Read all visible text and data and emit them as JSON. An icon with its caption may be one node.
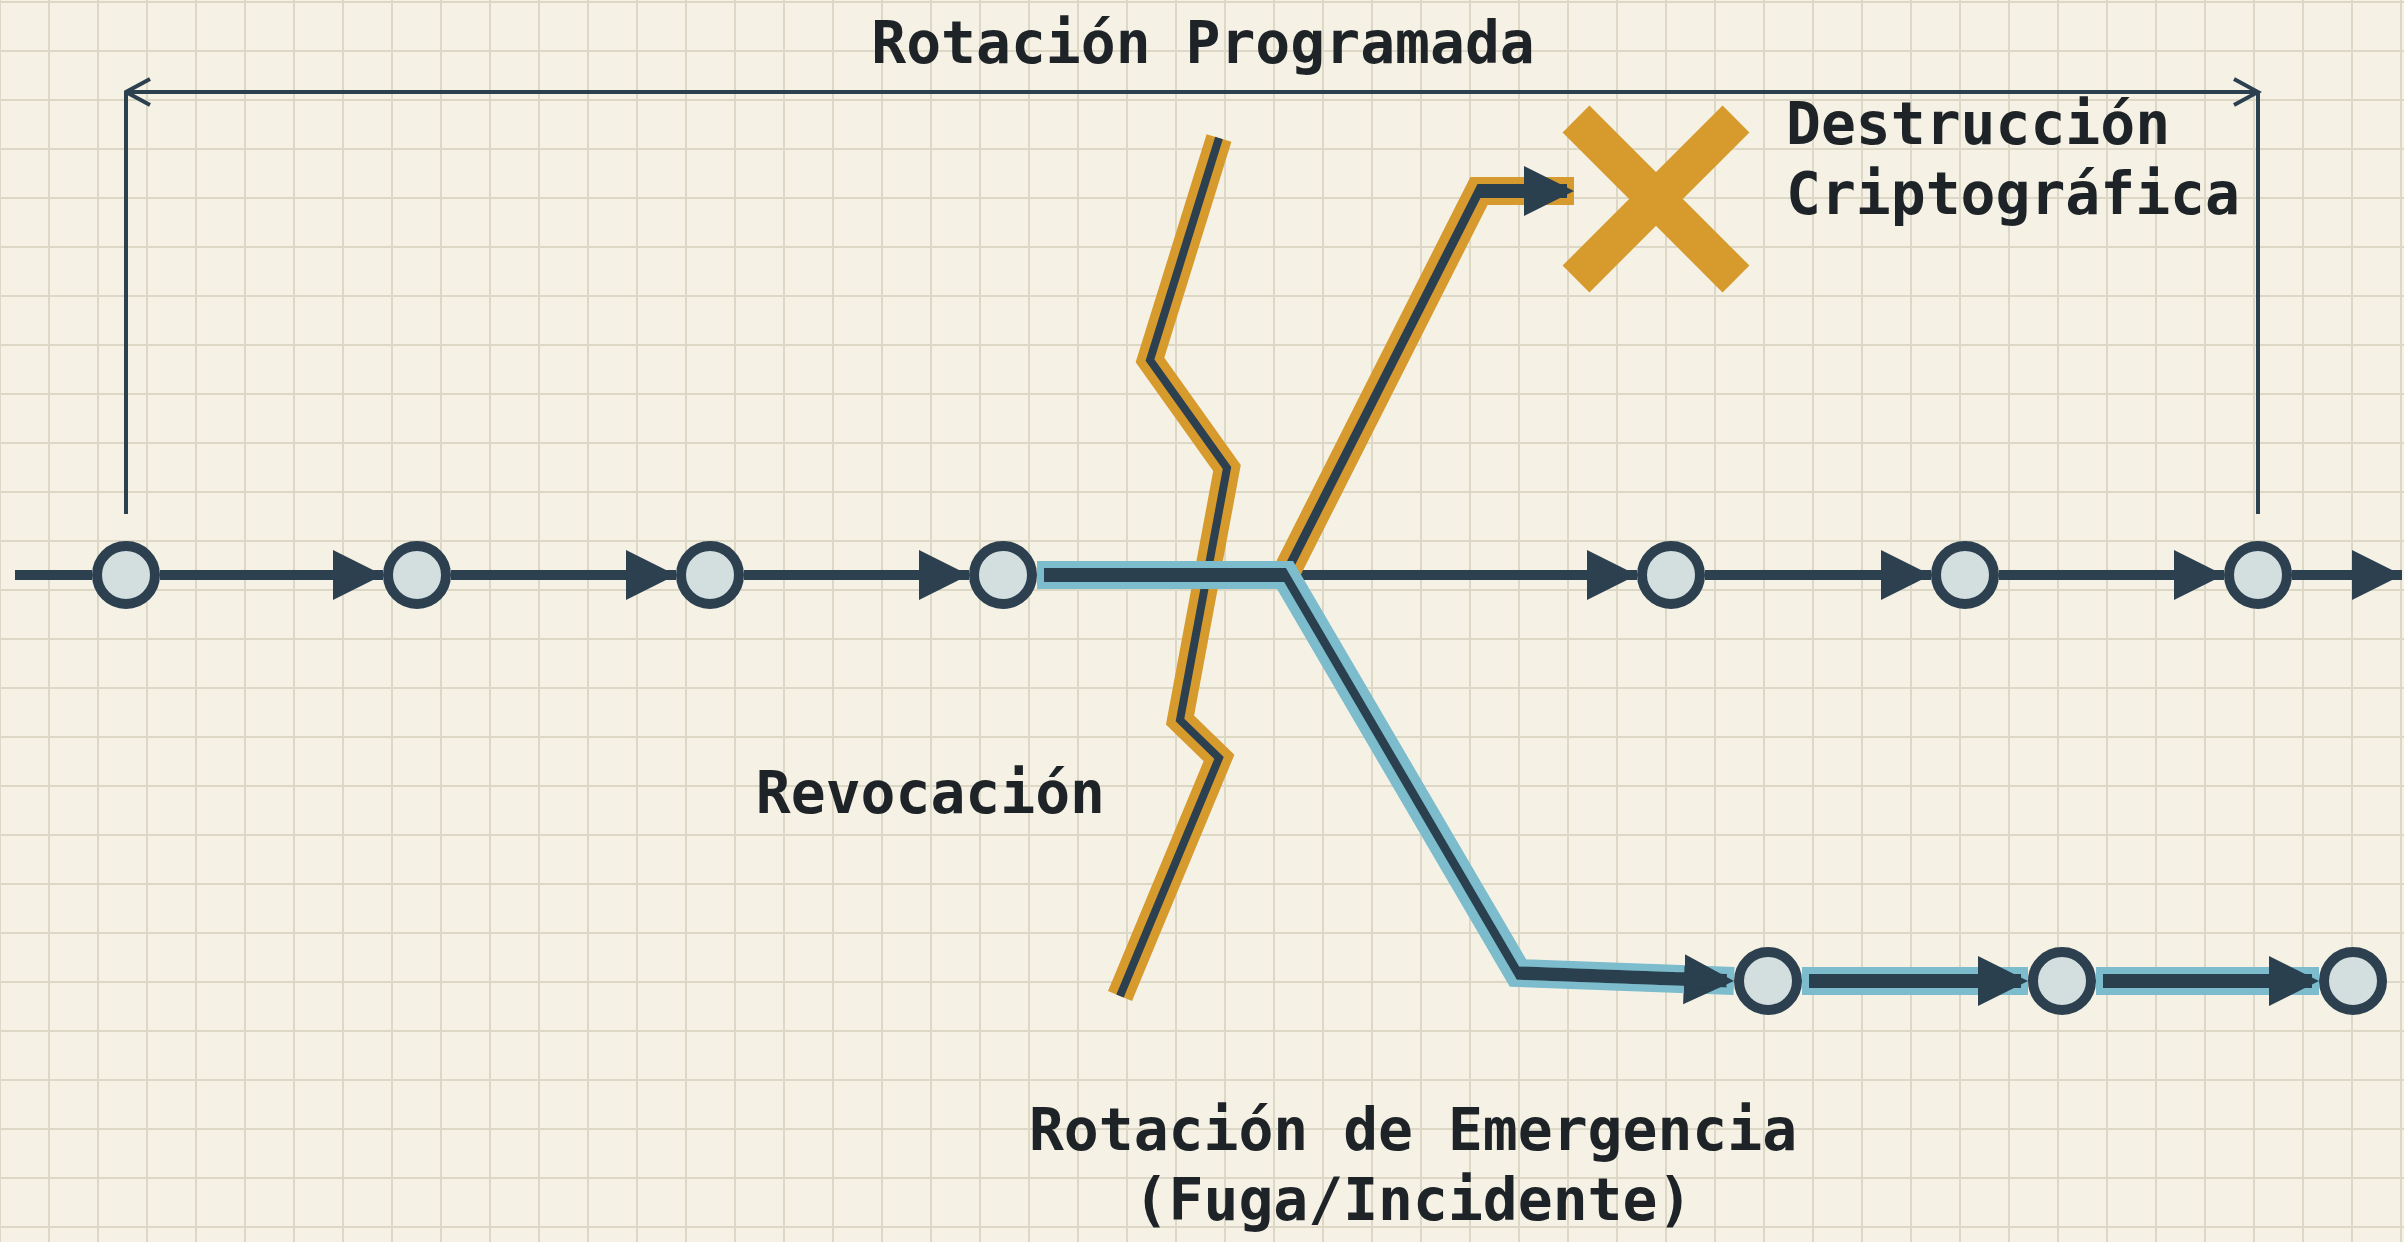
{
  "diagram": {
    "nodes": [
      {
        "text": [],
        "shape": "circle"
      },
      {
        "text": [],
        "shape": "circle"
      },
      {
        "text": [],
        "shape": "circle"
      },
      {
        "text": [],
        "shape": "circle"
      },
      {
        "text": [],
        "shape": "circle"
      },
      {
        "text": [],
        "shape": "circle"
      },
      {
        "text": [],
        "shape": "circle"
      },
      {
        "text": [],
        "shape": "cross",
        "beside": [
          "Destrucción Criptográfica"
        ]
      },
      {
        "text": [],
        "shape": "circle"
      },
      {
        "text": [],
        "shape": "circle"
      },
      {
        "text": [],
        "shape": "circle"
      }
    ],
    "edges": [
      {
        "from": null,
        "to": 0,
        "arrow": "none"
      },
      {
        "from": 0,
        "to": 1,
        "arrow": "to"
      },
      {
        "from": 1,
        "to": 2,
        "arrow": "to"
      },
      {
        "from": 2,
        "to": 3,
        "arrow": "to"
      },
      {
        "from": 3,
        "to": 4,
        "arrow": "to"
      },
      {
        "from": 4,
        "to": 5,
        "arrow": "to"
      },
      {
        "from": 5,
        "to": 6,
        "arrow": "to"
      },
      {
        "from": 6,
        "to": null,
        "arrow": "to"
      },
      {
        "from": 3,
        "to": 7,
        "arrow": "to",
        "style": "thick",
        "color": "#d69a2d"
      },
      {
        "from": 3,
        "to": 8,
        "arrow": "to",
        "style": "thick",
        "color": "#7bbccc"
      },
      {
        "from": 8,
        "to": 9,
        "arrow": "to",
        "style": "thick",
        "color": "#7bbccc"
      },
      {
        "from": 9,
        "to": 10,
        "arrow": "to",
        "style": "thick",
        "color": "#7bbccc"
      }
    ],
    "labels": [
      "Rotación Programada",
      "Revocación",
      "Rotación de Emergencia (Fuga/Incidente)"
    ]
  }
}
